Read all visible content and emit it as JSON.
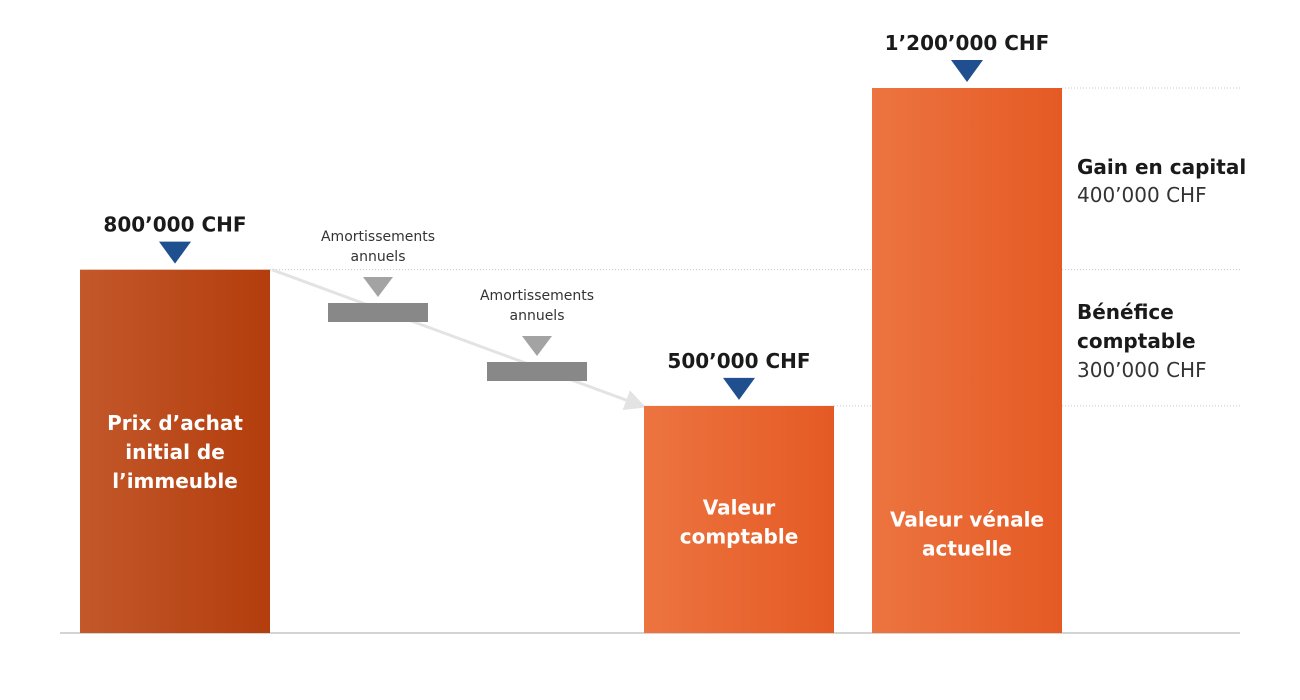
{
  "chart_data": {
    "type": "bar",
    "ylim": [
      0,
      1200000
    ],
    "grid": false,
    "legend": "none",
    "bars": [
      {
        "id": "purchase",
        "value": 800000,
        "value_label": "800’000 CHF",
        "label_lines": [
          "Prix d’achat",
          "initial de",
          "l’immeuble"
        ]
      },
      {
        "id": "book",
        "value": 500000,
        "value_label": "500’000 CHF",
        "label_lines": [
          "Valeur",
          "comptable"
        ]
      },
      {
        "id": "market",
        "value": 1200000,
        "value_label": "1’200’000 CHF",
        "label_lines": [
          "Valeur vénale",
          "actuelle"
        ]
      }
    ],
    "depreciation_steps": [
      {
        "label_lines": [
          "Amortissements",
          "annuels"
        ]
      },
      {
        "label_lines": [
          "Amortissements",
          "annuels"
        ]
      }
    ],
    "annotations": [
      {
        "id": "capital-gain",
        "from": 800000,
        "to": 1200000,
        "title_lines": [
          "Gain en capital"
        ],
        "value_label": "400’000 CHF"
      },
      {
        "id": "book-profit",
        "from": 500000,
        "to": 800000,
        "title_lines": [
          "Bénéfice",
          "comptable"
        ],
        "value_label": "300’000 CHF"
      }
    ]
  },
  "colors": {
    "purchase_dark": "#b33d0d",
    "purchase_light": "#c3582a",
    "orange_light": "#ec7440",
    "orange_dark": "#e55a24",
    "marker_blue": "#1f4f8f",
    "grey_step": "#888888",
    "grey_marker": "#a3a3a3",
    "arrow": "#e3e3e3",
    "dotted": "#c8c8c8",
    "baseline": "#a8a8a8",
    "text": "#1a1a1a",
    "text_light": "#333333",
    "white": "#ffffff"
  },
  "icons": {
    "value_marker": "triangle-down-icon",
    "step_marker": "triangle-down-icon"
  }
}
